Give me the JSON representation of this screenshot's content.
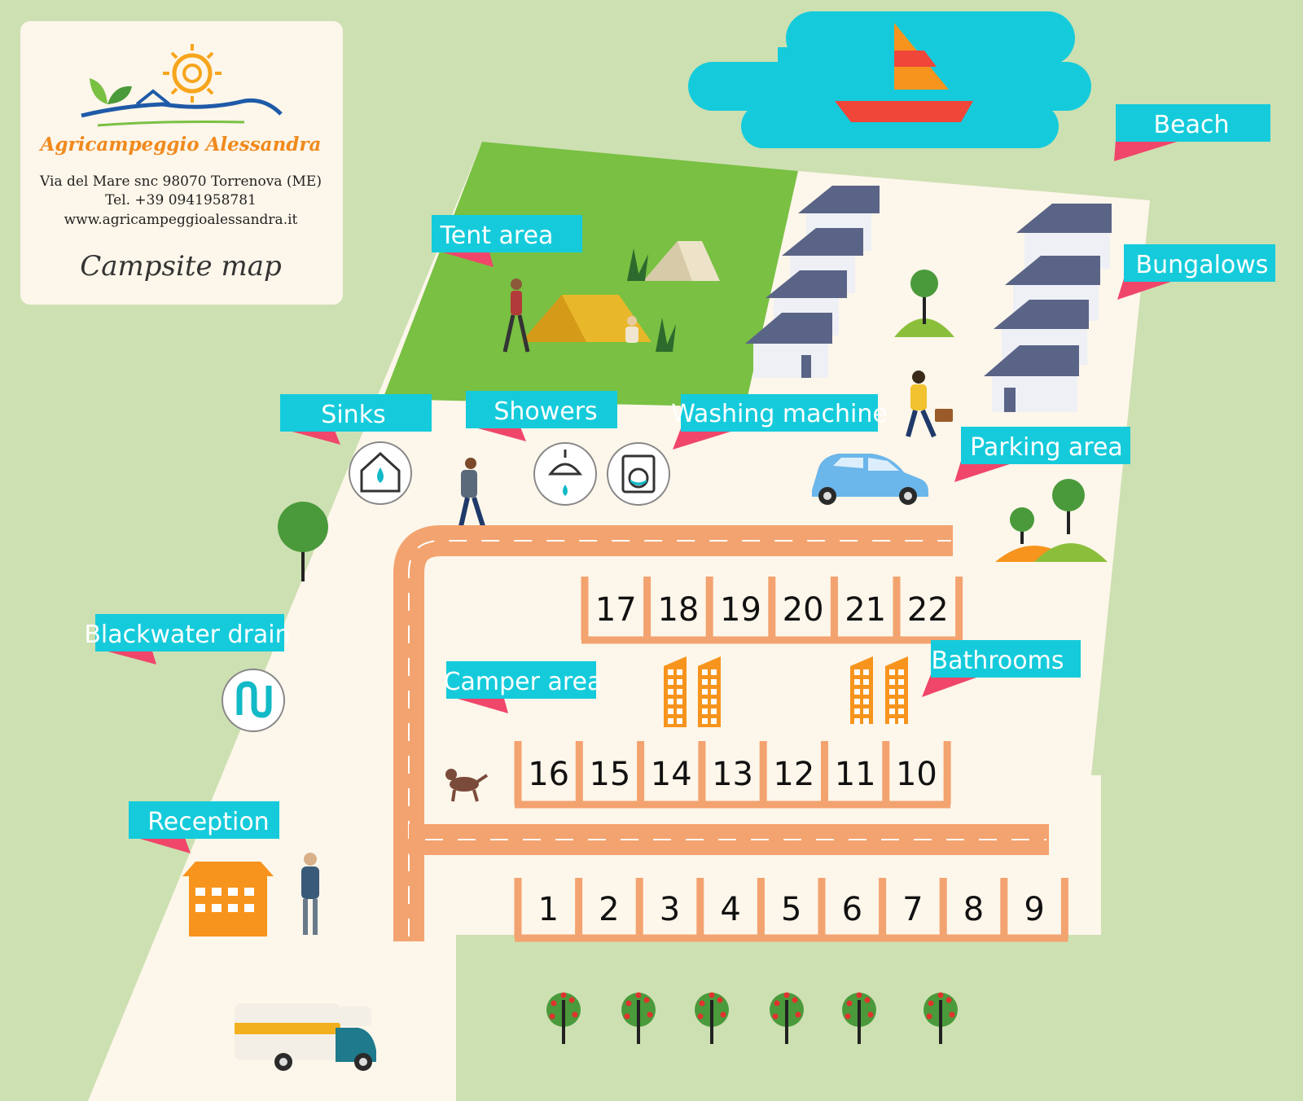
{
  "card": {
    "brand": "Agricampeggio Alessandra",
    "address": "Via del Mare snc 98070 Torrenova (ME)",
    "phone": "Tel. +39 0941958781",
    "website": "www.agricampeggioalessandra.it",
    "subtitle": "Campsite map"
  },
  "labels": {
    "beach": "Beach",
    "tent_area": "Tent area",
    "bungalows": "Bungalows",
    "sinks": "Sinks",
    "showers": "Showers",
    "washing_machine": "Washing machine",
    "parking_area": "Parking area",
    "blackwater_drain": "Blackwater drain",
    "camper_area": "Camper area",
    "bathrooms": "Bathrooms",
    "reception": "Reception"
  },
  "pitches": {
    "row_top": [
      "17",
      "18",
      "19",
      "20",
      "21",
      "22"
    ],
    "row_middle": [
      "16",
      "15",
      "14",
      "13",
      "12",
      "11",
      "10"
    ],
    "row_bottom": [
      "1",
      "2",
      "3",
      "4",
      "5",
      "6",
      "7",
      "8",
      "9"
    ]
  },
  "colors": {
    "grass": "#cde0b2",
    "ground": "#fdf6ea",
    "tent_lawn": "#79c043",
    "water": "#15cbdb",
    "label_bg": "#15cbdb",
    "label_flag": "#f0466a",
    "road": "#f3a36f",
    "building": "#f7941d",
    "roof": "#5a6486",
    "brand_orange": "#f08a1e"
  },
  "icons": [
    "sailboat-icon",
    "house-drop-icon",
    "shower-icon",
    "washing-machine-icon",
    "drain-pipe-icon",
    "car-icon",
    "camper-van-icon",
    "tree-icon",
    "dog-icon",
    "person-icon",
    "tent-icon",
    "bungalow-icon"
  ]
}
